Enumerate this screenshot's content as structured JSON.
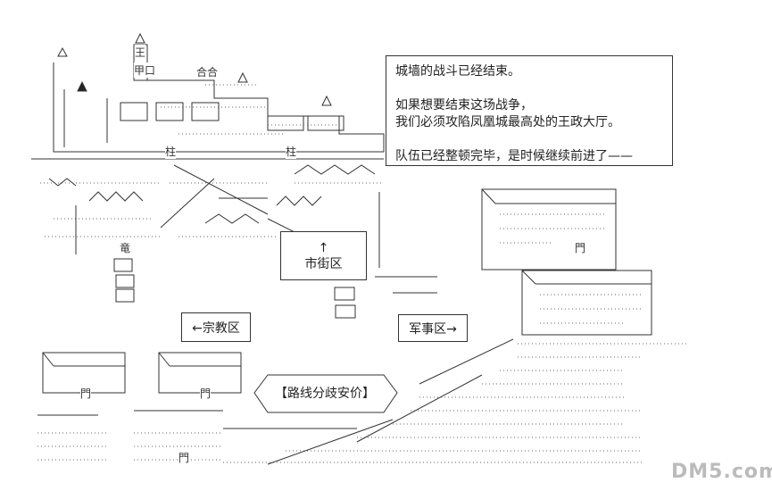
{
  "narration": {
    "line1": "城墙的战斗已经结束。",
    "line2": "如果想要结束这场战争，",
    "line3": "我们必须攻陷凤凰城最高处的王政大厅。",
    "line4": "队伍已经整顿完毕，是时候继续前进了——"
  },
  "signs": {
    "city": {
      "arrow": "↑",
      "label": "市街区"
    },
    "religion": "←宗教区",
    "military": "军事区→",
    "junction": "【路线分歧安价】"
  },
  "labels": {
    "king": "王",
    "palace": "甲口",
    "hall": "合合",
    "pillar_left": "柱",
    "pillar_right": "柱",
    "dragon": "竜",
    "gate_left": "門",
    "gate_right": "門",
    "gate_bottom": "門",
    "gate_church": "門"
  },
  "watermark": "DM5.com"
}
